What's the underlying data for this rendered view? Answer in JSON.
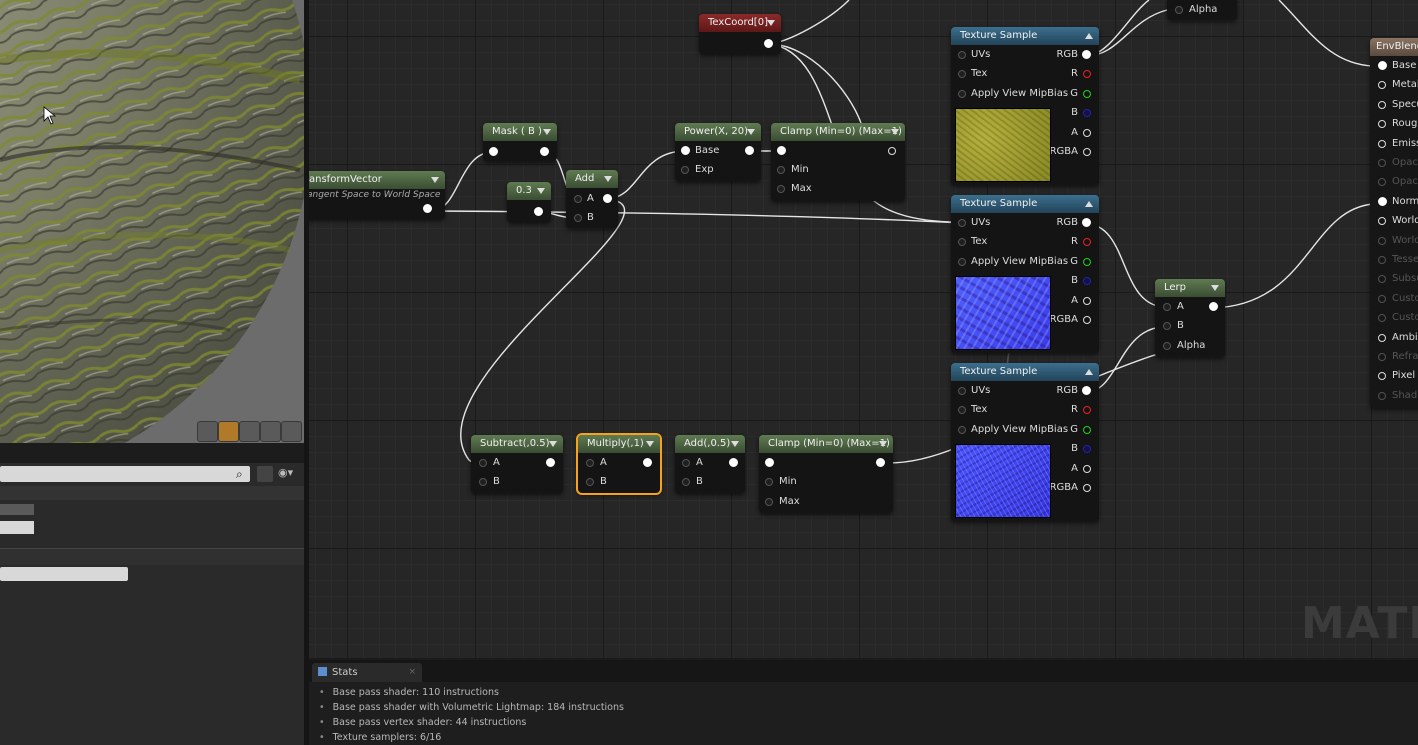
{
  "nodes": {
    "transform": {
      "title": "ansformVector",
      "subtitle": "angent Space to World Space"
    },
    "mask": {
      "title": "Mask ( B )"
    },
    "constant": {
      "title": "0.3"
    },
    "add": {
      "title": "Add",
      "pin_a": "A",
      "pin_b": "B"
    },
    "power": {
      "title": "Power(X, 20)",
      "pin_base": "Base",
      "pin_exp": "Exp"
    },
    "clamp_top": {
      "title": "Clamp (Min=0) (Max=1)",
      "pin_min": "Min",
      "pin_max": "Max"
    },
    "texcoord": {
      "title": "TexCoord[0]"
    },
    "tex1": {
      "title": "Texture Sample",
      "uvs": "UVs",
      "tex": "Tex",
      "mip": "Apply View MipBias",
      "rgb": "RGB",
      "r": "R",
      "g": "G",
      "b": "B",
      "a": "A",
      "rgba": "RGBA"
    },
    "tex2": {
      "title": "Texture Sample",
      "uvs": "UVs",
      "tex": "Tex",
      "mip": "Apply View MipBias",
      "rgb": "RGB",
      "r": "R",
      "g": "G",
      "b": "B",
      "a": "A",
      "rgba": "RGBA"
    },
    "tex3": {
      "title": "Texture Sample",
      "uvs": "UVs",
      "tex": "Tex",
      "mip": "Apply View MipBias",
      "rgb": "RGB",
      "r": "R",
      "g": "G",
      "b": "B",
      "a": "A",
      "rgba": "RGBA"
    },
    "lerp_top": {
      "alpha": "Alpha"
    },
    "lerp": {
      "title": "Lerp",
      "pin_a": "A",
      "pin_b": "B",
      "pin_alpha": "Alpha"
    },
    "subtract": {
      "title": "Subtract(,0.5)",
      "pin_a": "A",
      "pin_b": "B"
    },
    "multiply": {
      "title": "Multiply(,1)",
      "pin_a": "A",
      "pin_b": "B"
    },
    "add05": {
      "title": "Add(,0.5)",
      "pin_a": "A",
      "pin_b": "B"
    },
    "clamp_bottom": {
      "title": "Clamp (Min=0) (Max=1)",
      "pin_min": "Min",
      "pin_max": "Max"
    },
    "material": {
      "title": "EnvBlend",
      "inputs": [
        "Base C",
        "Metall",
        "Specu",
        "Rough",
        "Emiss",
        "Opaci",
        "Opaci",
        "Norma",
        "World",
        "World",
        "Tesse",
        "Subsu",
        "Custo",
        "Custo",
        "Ambie",
        "Refra",
        "Pixel D",
        "Shadi"
      ]
    }
  },
  "watermark": "MATER",
  "stats": {
    "tab_label": "Stats",
    "lines": [
      "Base pass shader: 110 instructions",
      "Base pass shader with Volumetric Lightmap: 184 instructions",
      "Base pass vertex shader: 44 instructions",
      "Texture samplers: 6/16"
    ]
  },
  "colors": {
    "selection": "#f5a21c",
    "node_green": "#4a6340",
    "node_blue": "#2c5770",
    "node_red": "#6e1e1e"
  }
}
